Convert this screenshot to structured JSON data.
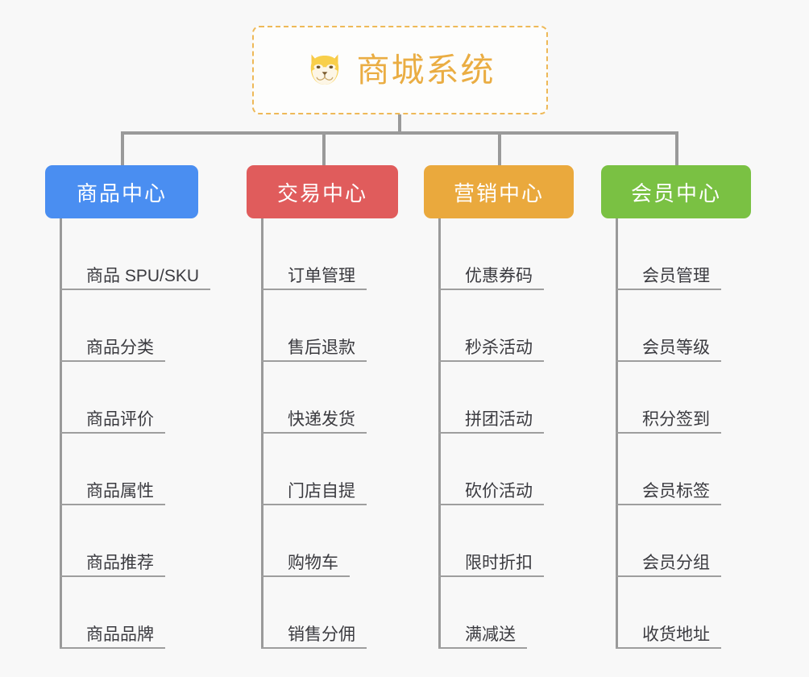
{
  "page": {
    "background_color": "#f8f8f8",
    "connector_color": "#9a9a9a",
    "leaf_text_color": "#3b3b40",
    "leaf_rule_color": "#9e9e9e"
  },
  "root": {
    "title": "商城系统",
    "icon": "dog-face-icon",
    "border_color": "#eeb958",
    "text_color": "#eaad43",
    "background_color": "#fdfdfc",
    "border_style": "dashed"
  },
  "categories": [
    {
      "label": "商品中心",
      "color": "#4a8ef1",
      "items": [
        "商品 SPU/SKU",
        "商品分类",
        "商品评价",
        "商品属性",
        "商品推荐",
        "商品品牌"
      ]
    },
    {
      "label": "交易中心",
      "color": "#e05c5c",
      "items": [
        "订单管理",
        "售后退款",
        "快递发货",
        "门店自提",
        "购物车",
        "销售分佣"
      ]
    },
    {
      "label": "营销中心",
      "color": "#eaa93d",
      "items": [
        "优惠券码",
        "秒杀活动",
        "拼团活动",
        "砍价活动",
        "限时折扣",
        "满减送"
      ]
    },
    {
      "label": "会员中心",
      "color": "#7ac143",
      "items": [
        "会员管理",
        "会员等级",
        "积分签到",
        "会员标签",
        "会员分组",
        "收货地址"
      ]
    }
  ]
}
